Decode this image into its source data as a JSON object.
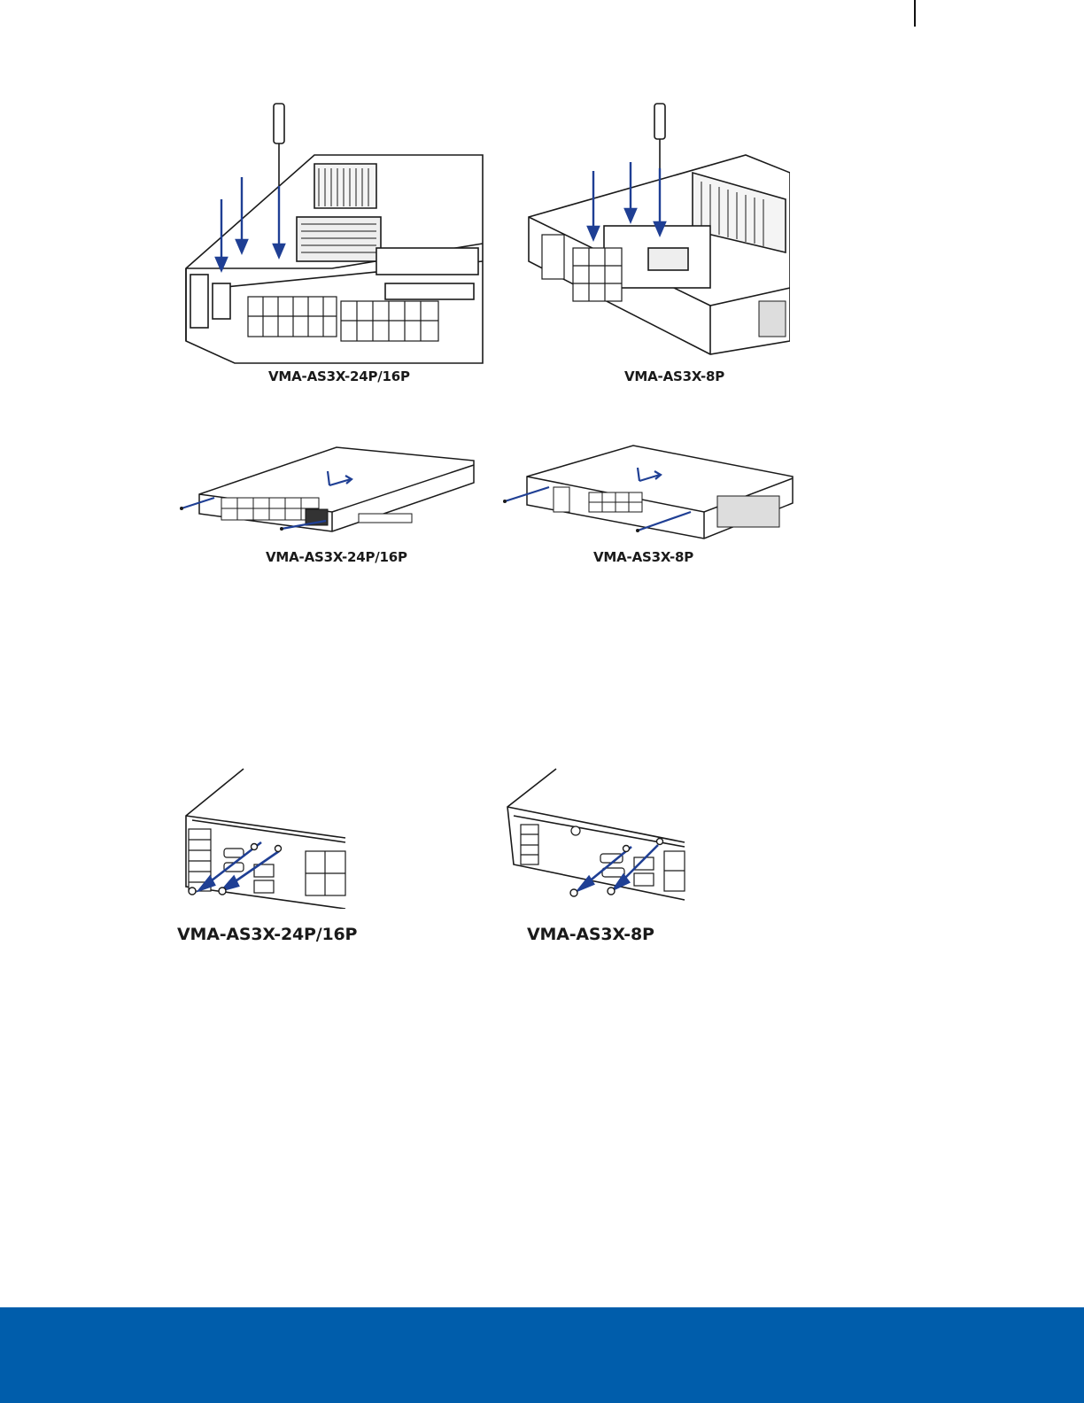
{
  "figures": {
    "interior_24p": {
      "caption": "VMA-AS3X-24P/16P"
    },
    "interior_8p": {
      "caption": "VMA-AS3X-8P"
    },
    "cover_24p": {
      "caption": "VMA-AS3X-24P/16P"
    },
    "cover_8p": {
      "caption": "VMA-AS3X-8P"
    },
    "rear_24p": {
      "caption": "VMA-AS3X-24P/16P"
    },
    "rear_8p": {
      "caption": "VMA-AS3X-8P"
    }
  },
  "colors": {
    "arrow": "#1f3f94",
    "footer": "#005dab",
    "line": "#1a1a1a"
  }
}
